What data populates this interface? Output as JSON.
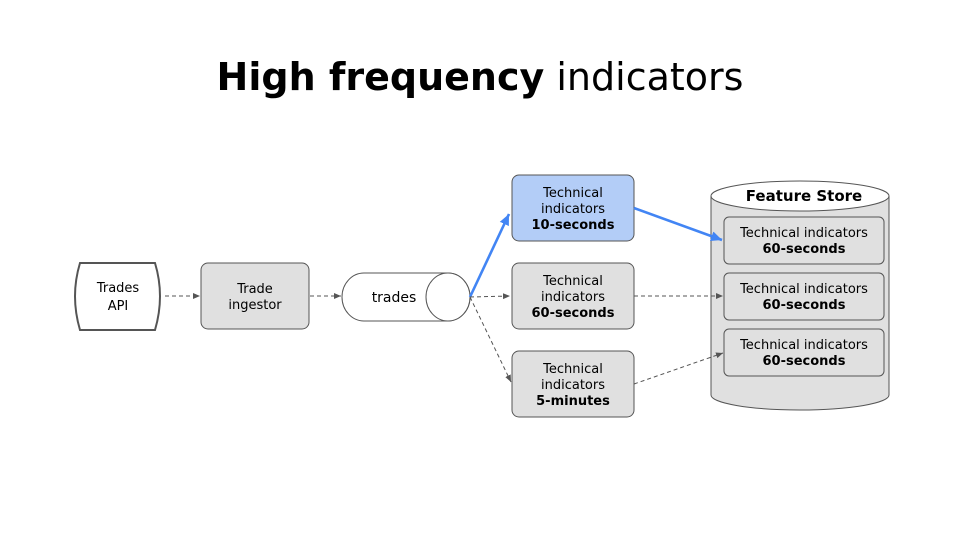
{
  "title": {
    "bold": "High frequency",
    "normal": "indicators"
  },
  "colors": {
    "highlight_box": "#b3cdf7",
    "accent_arrow": "#4285f4",
    "box_fill": "#e0e0e0"
  },
  "nodes": {
    "trades_api": {
      "line1": "Trades",
      "line2": "API"
    },
    "trade_ingestor": {
      "line1": "Trade",
      "line2": "ingestor"
    },
    "trades_topic": {
      "label": "trades"
    },
    "indicators_10s": {
      "line1": "Technical",
      "line2": "indicators",
      "line3": "10-seconds"
    },
    "indicators_60s": {
      "line1": "Technical",
      "line2": "indicators",
      "line3": "60-seconds"
    },
    "indicators_5m": {
      "line1": "Technical",
      "line2": "indicators",
      "line3": "5-minutes"
    }
  },
  "feature_store": {
    "title": "Feature Store",
    "items": [
      {
        "line1": "Technical indicators",
        "line2": "60-seconds"
      },
      {
        "line1": "Technical indicators",
        "line2": "60-seconds"
      },
      {
        "line1": "Technical indicators",
        "line2": "60-seconds"
      }
    ]
  }
}
